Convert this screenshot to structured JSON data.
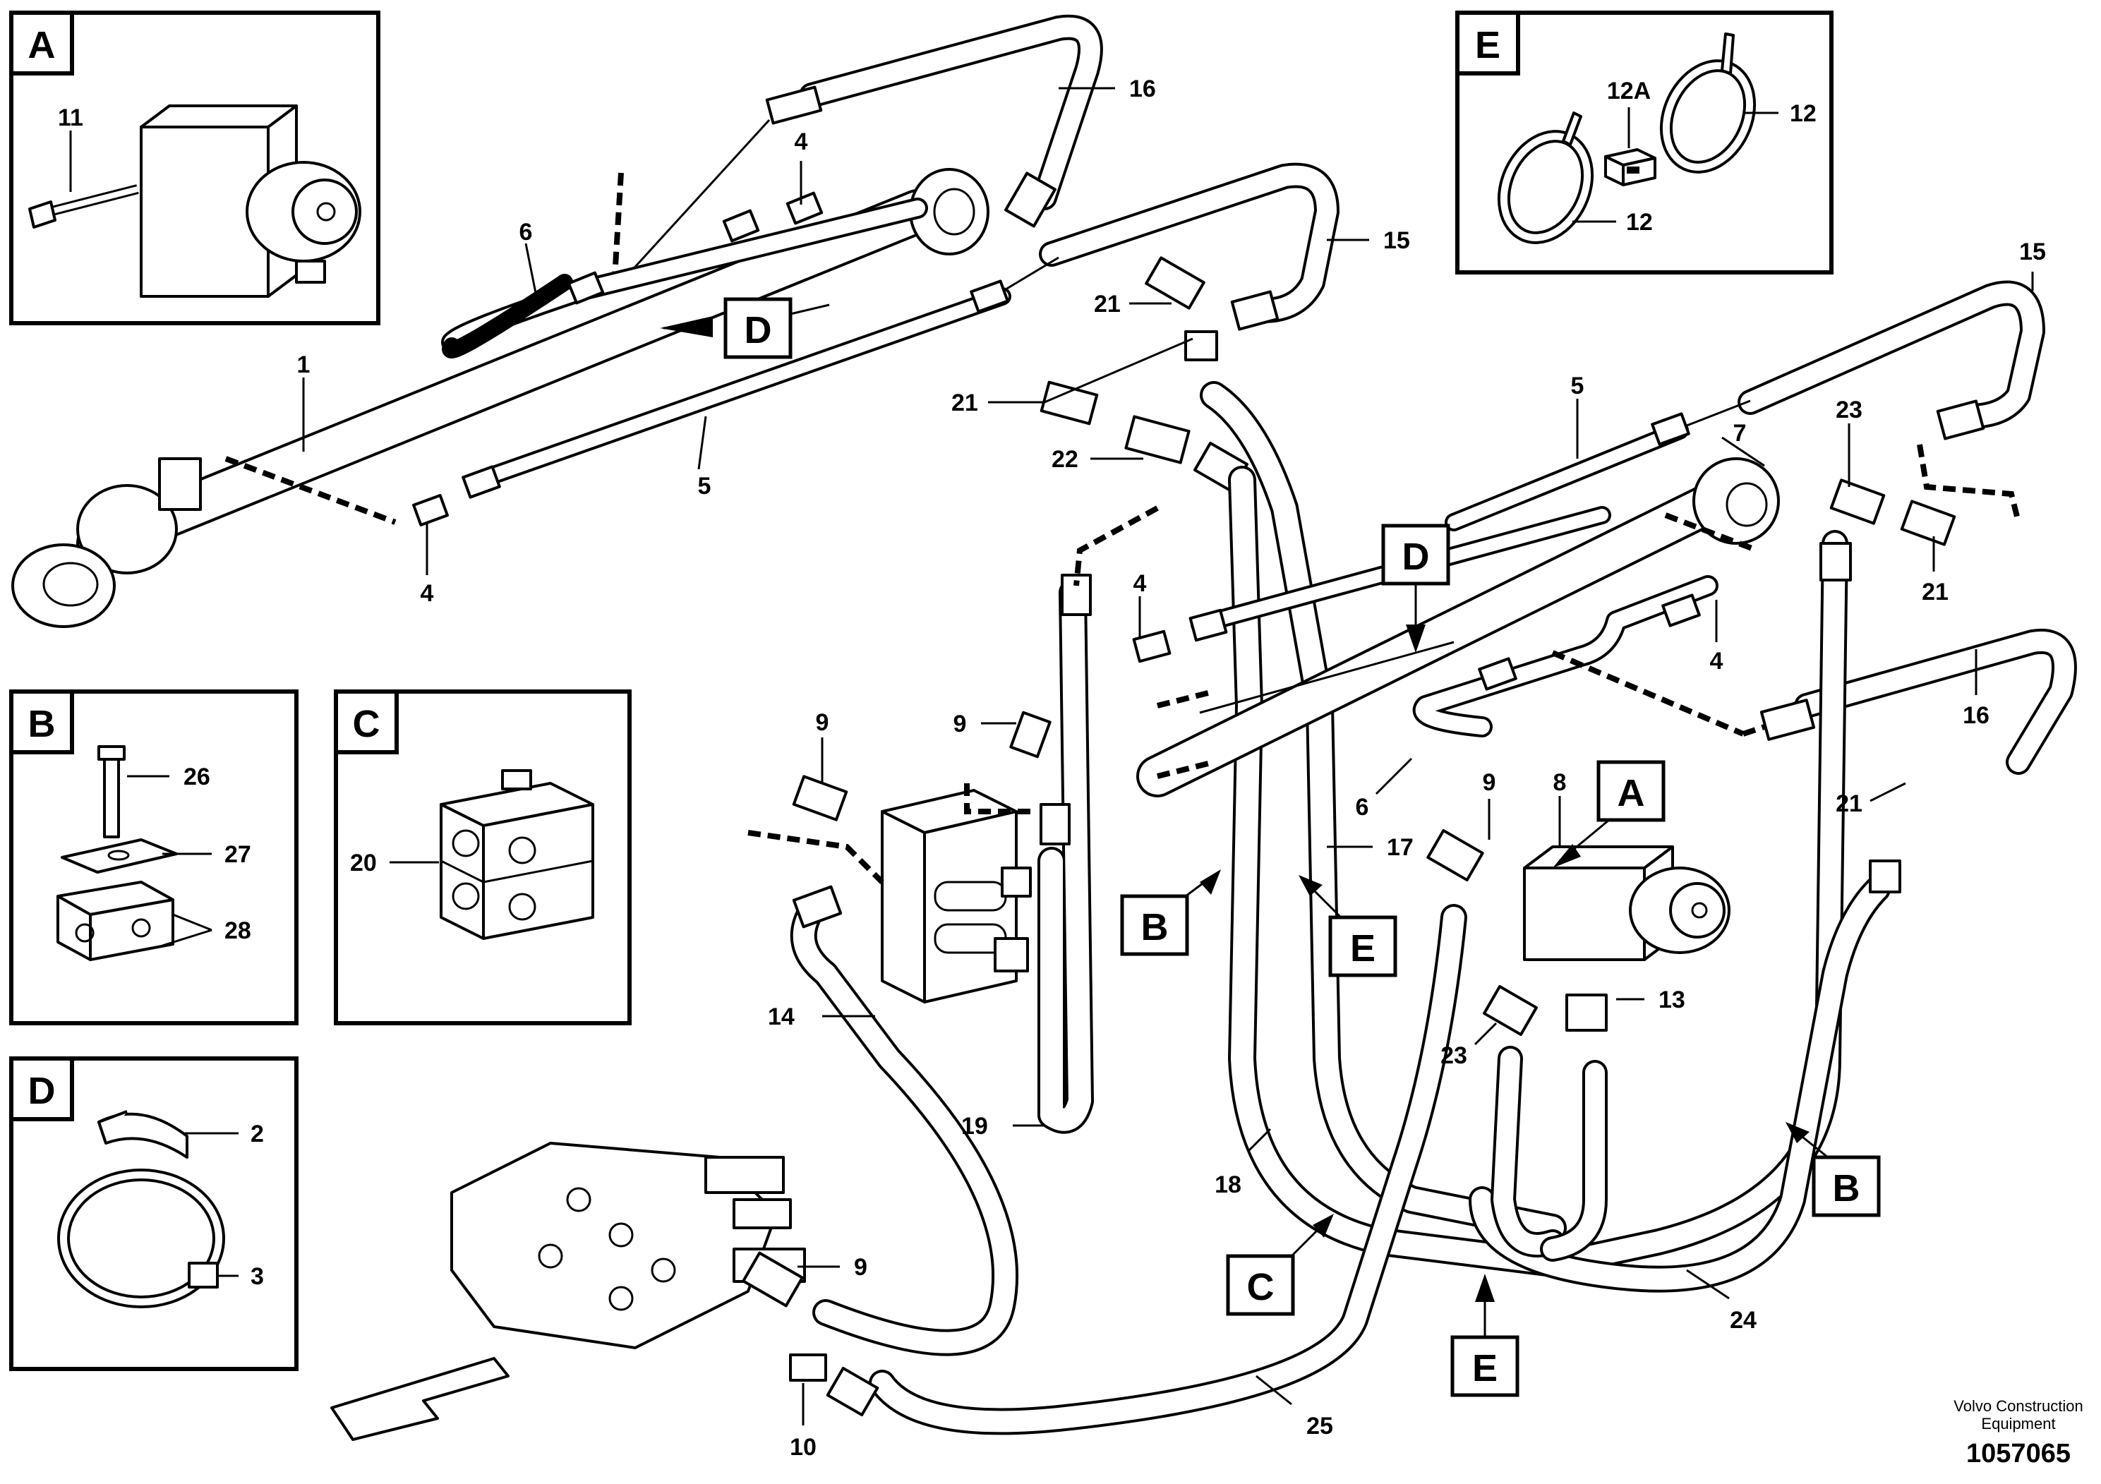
{
  "inset_boxes": {
    "A": "A",
    "B": "B",
    "C": "C",
    "D": "D",
    "E": "E"
  },
  "section_tags": {
    "D_upper": "D",
    "D_lower": "D",
    "A_valve": "A",
    "B_left": "B",
    "B_right": "B",
    "C_lower": "C",
    "E_mid": "E",
    "E_lower": "E"
  },
  "callouts": {
    "n11": "11",
    "n26": "26",
    "n27": "27",
    "n28": "28",
    "n20": "20",
    "n2": "2",
    "n3": "3",
    "n12A": "12A",
    "n12_top": "12",
    "n12_bottom": "12",
    "n16_top": "16",
    "n4_top": "4",
    "n6_top": "6",
    "n15_top": "15",
    "n21_a": "21",
    "n21_b": "21",
    "n22": "22",
    "n1": "1",
    "n5_left": "5",
    "n4_left": "4",
    "n4_mid": "4",
    "n15_right": "15",
    "n5_right": "5",
    "n7": "7",
    "n23_top": "23",
    "n21_c": "21",
    "n4_right": "4",
    "n16_right": "16",
    "n9_left": "9",
    "n9_mid": "9",
    "n9_right": "9",
    "n8": "8",
    "n6_right": "6",
    "n17": "17",
    "n21_d": "21",
    "n14": "14",
    "n19": "19",
    "n13": "13",
    "n23_bottom": "23",
    "n18": "18",
    "n9_bottom": "9",
    "n24": "24",
    "n10": "10",
    "n25": "25"
  },
  "footer": {
    "company_line1": "Volvo Construction",
    "company_line2": "Equipment",
    "drawing_number": "1057065"
  }
}
